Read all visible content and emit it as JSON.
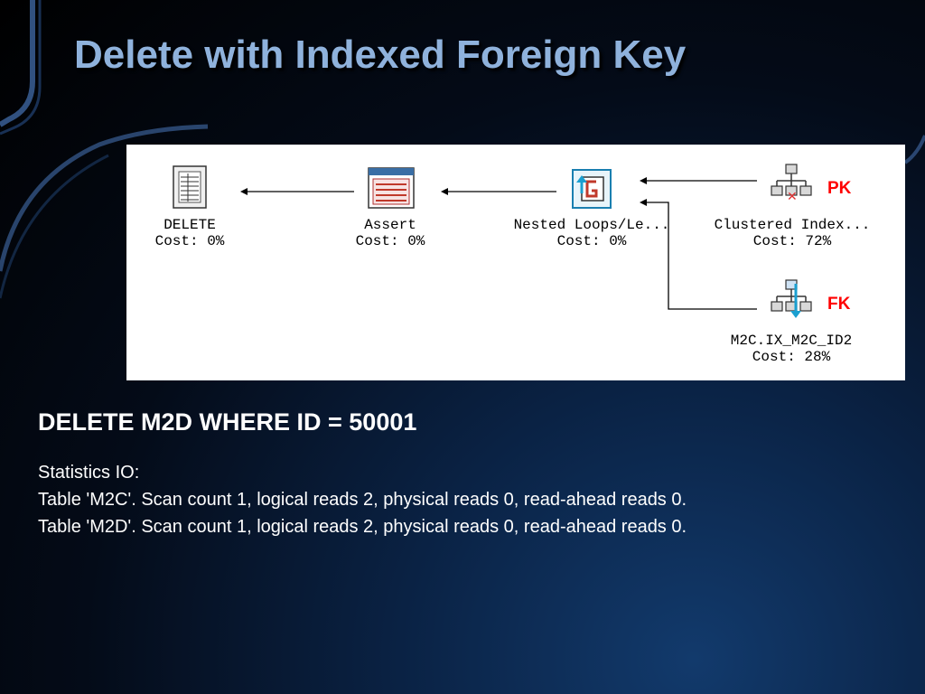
{
  "slide": {
    "title": "Delete with Indexed Foreign Key"
  },
  "plan": {
    "nodes": [
      {
        "name": "DELETE",
        "cost": "Cost: 0%",
        "icon": "table-delete-icon"
      },
      {
        "name": "Assert",
        "cost": "Cost: 0%",
        "icon": "assert-icon"
      },
      {
        "name": "Nested Loops/Le...",
        "cost": "Cost: 0%",
        "icon": "nested-loops-icon"
      },
      {
        "name": "Clustered Index...",
        "cost": "Cost: 72%",
        "icon": "clustered-index-delete-icon"
      },
      {
        "name": "M2C.IX_M2C_ID2",
        "cost": "Cost: 28%",
        "icon": "index-seek-icon"
      }
    ],
    "tags": {
      "pk": "PK",
      "fk": "FK"
    }
  },
  "query": "DELETE M2D WHERE ID = 50001",
  "stats": {
    "heading": "Statistics IO:",
    "lines": [
      "Table 'M2C'. Scan count 1, logical reads 2, physical reads 0, read-ahead reads 0.",
      "Table 'M2D'. Scan count 1, logical reads 2, physical reads 0, read-ahead reads 0."
    ]
  },
  "colors": {
    "title": "#8fb2dc",
    "tag": "#ff0000",
    "arc": "#6e8fc0"
  }
}
